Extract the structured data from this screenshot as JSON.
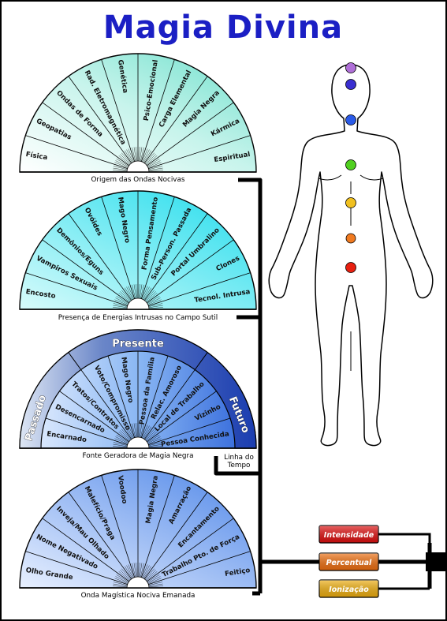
{
  "title": "Magia Divina",
  "charts": [
    {
      "caption": "Origem das Ondas Nocivas",
      "segments": [
        "Física",
        "Geopatias",
        "Ondas de Forma",
        "Rad. Eletromagnética",
        "Genética",
        "Psico-Emocional",
        "Carga Elemental",
        "Magia Negra",
        "Kármica",
        "Espiritual"
      ]
    },
    {
      "caption": "Presença de Energias Intrusas no Campo Sutil",
      "segments": [
        "Encosto",
        "Vampiros Sexuais",
        "Demônios/Eguns",
        "Ovóides",
        "Mago Negro",
        "Forma Pensamento",
        "Sub-Person. Passada",
        "Portal Umbralino",
        "Clones",
        "Tecnol. Intrusa"
      ]
    },
    {
      "caption": "Fonte Geradora de Magia Negra",
      "arc_labels": [
        "Passado",
        "Presente",
        "Futuro"
      ],
      "segments": [
        "Encarnado",
        "Desencarnado",
        "Tratos/Contratos",
        "Voto/Compromisso",
        "Mago Negro",
        "Pessoa da Família",
        "Relac. Amoroso",
        "Local de Trabalho",
        "Vizinho",
        "Pessoa Conhecida"
      ]
    },
    {
      "caption": "Onda Magística Nociva Emanada",
      "segments": [
        "Olho Grande",
        "Nome Negativado",
        "Inveja/Mau Olhado",
        "Malefício/Praga",
        "Voodoo",
        "Magia Negra",
        "Amarração",
        "Encantamento",
        "Trabalho Pto. de Força",
        "Feitiço"
      ]
    }
  ],
  "timeline_label": [
    "Linha do",
    "Tempo"
  ],
  "buttons": [
    {
      "label": "Intensidade",
      "color": "#e01010"
    },
    {
      "label": "Percentual",
      "color": "#f07010"
    },
    {
      "label": "Ionização",
      "color": "#f0b010"
    }
  ],
  "chakra_colors": [
    "#b070d8",
    "#3a2fd0",
    "#2a5ae8",
    "#50d020",
    "#f0c020",
    "#f07a20",
    "#e82010"
  ]
}
